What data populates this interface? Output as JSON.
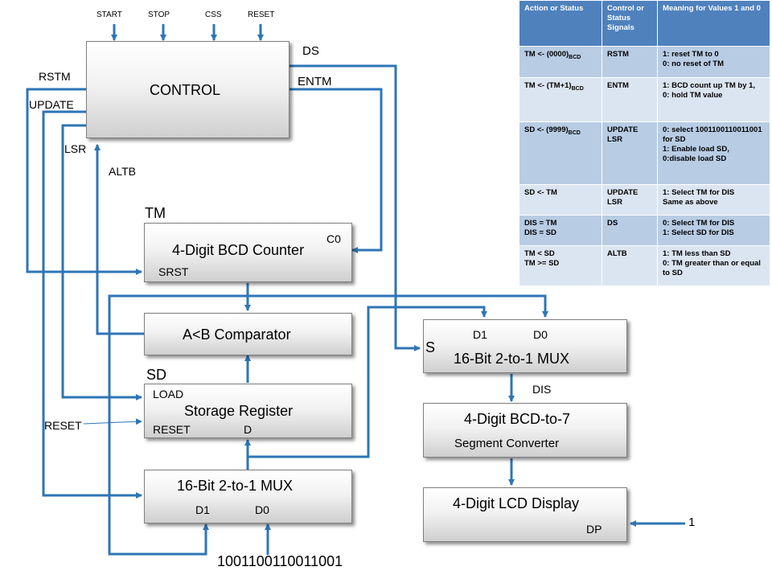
{
  "blocks": {
    "control": "CONTROL",
    "counter": "4-Digit BCD Counter",
    "comparator": "A<B Comparator",
    "storage": "Storage Register",
    "mux_left": "16-Bit 2-to-1 MUX",
    "mux_right": "16-Bit 2-to-1 MUX",
    "converter_line1": "4-Digit BCD-to-7",
    "converter_line2": "Segment Converter",
    "lcd": "4-Digit LCD Display"
  },
  "control_inputs": [
    "START",
    "STOP",
    "CSS",
    "RESET"
  ],
  "signals": {
    "ds": "DS",
    "entm": "ENTM",
    "rstm": "RSTM",
    "update": "UPDATE",
    "lsr": "LSR",
    "altb": "ALTB",
    "tm": "TM",
    "sd": "SD",
    "c0": "C0",
    "srst": "SRST",
    "load": "LOAD",
    "reset_pin": "RESET",
    "d": "D",
    "reset_in": "RESET",
    "d1_left": "D1",
    "d0_left": "D0",
    "d1_right": "D1",
    "d0_right": "D0",
    "s": "S",
    "dis": "DIS",
    "dp": "DP",
    "one": "1",
    "constant": "1001100110011001"
  },
  "table": {
    "headers": [
      "Action or Status",
      "Control or Status Signals",
      "Meaning for Values 1 and 0"
    ],
    "rows": [
      {
        "action": "TM <- (0000)",
        "sub": "BCD",
        "signal": "RSTM",
        "meaning": "1:  reset TM to 0\n0: no reset of TM"
      },
      {
        "action": "TM <- (TM+1)",
        "sub": "BCD",
        "signal": "ENTM",
        "meaning": "1: BCD count up TM by 1,\n0: hold TM value"
      },
      {
        "action": "SD <- (9999)",
        "sub": "BCD",
        "signal": "UPDATE\nLSR",
        "meaning": "0: select 1001100110011001 for SD\n1: Enable load SD,\n0:disable load SD"
      },
      {
        "action": "SD <- TM",
        "sub": "",
        "signal": "UPDATE\nLSR",
        "meaning": "1: Select TM for DIS\nSame as above"
      },
      {
        "action": "DIS = TM\nDIS = SD",
        "sub": "",
        "signal": "DS",
        "meaning": "0: Select TM for DIS\n1:  Select SD for DIS"
      },
      {
        "action": "TM < SD\nTM >= SD",
        "sub": "",
        "signal": "ALTB",
        "meaning": "1: TM less than SD\n0: TM greater than or equal to SD"
      }
    ]
  }
}
